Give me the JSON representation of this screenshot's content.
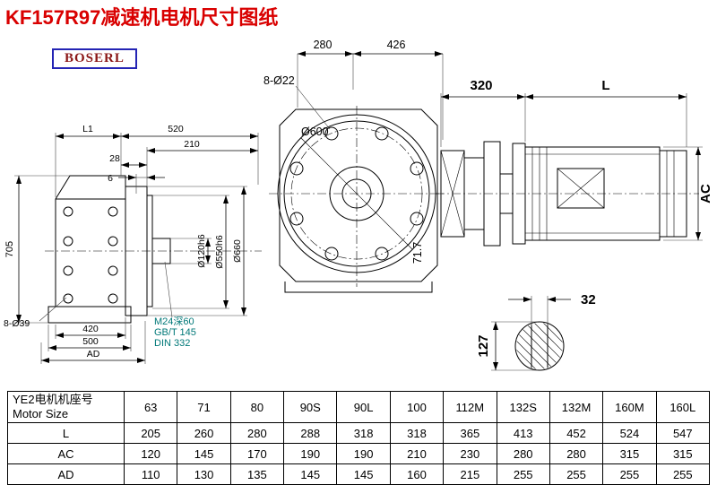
{
  "page": {
    "title": "KF157R97减速机电机尺寸图纸",
    "brand": "BOSERL"
  },
  "drawing": {
    "front": {
      "dim_width_inner": "280",
      "dim_width_outer": "426",
      "bolt_pattern": "8-Ø22",
      "flange_diameter": "Ø600",
      "height_label": "71.7"
    },
    "motor": {
      "adapter_length": "320",
      "motor_length": "L",
      "motor_height": "AC"
    },
    "side": {
      "l1": "L1",
      "dim_520": "520",
      "dim_210": "210",
      "dim_28": "28",
      "dim_6": "6",
      "dim_705": "705",
      "shaft_dia": "Ø120h6",
      "spigot_dia": "Ø550h6",
      "flange_od": "Ø660",
      "bolt_pattern": "8-Ø39",
      "dim_420": "420",
      "dim_500": "500",
      "dim_ad": "AD",
      "note_tap": "M24深60",
      "note_gb": "GB/T 145",
      "note_din": "DIN 332"
    },
    "shaft_end": {
      "key_width": "32",
      "shaft_height": "127"
    }
  },
  "table": {
    "header_cn": "YE2电机机座号",
    "header_en": "Motor Size",
    "sizes": [
      "63",
      "71",
      "80",
      "90S",
      "90L",
      "100",
      "112M",
      "132S",
      "132M",
      "160M",
      "160L"
    ],
    "rows": [
      {
        "label": "L",
        "values": [
          "205",
          "260",
          "280",
          "288",
          "318",
          "318",
          "365",
          "413",
          "452",
          "524",
          "547"
        ]
      },
      {
        "label": "AC",
        "values": [
          "120",
          "145",
          "170",
          "190",
          "190",
          "210",
          "230",
          "280",
          "280",
          "315",
          "315"
        ]
      },
      {
        "label": "AD",
        "values": [
          "110",
          "130",
          "135",
          "145",
          "145",
          "160",
          "215",
          "255",
          "255",
          "255",
          "255"
        ]
      }
    ]
  }
}
